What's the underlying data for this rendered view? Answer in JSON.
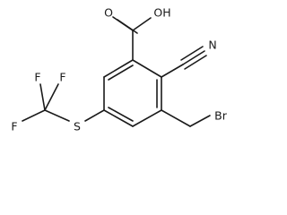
{
  "molecule": {
    "atoms": {
      "hydroxyl": "OH",
      "carbonyl_oxygen": "O",
      "nitrile_nitrogen": "N",
      "bromine": "Br",
      "sulfur": "S",
      "fluorine_top_left": "F",
      "fluorine_top_right": "F",
      "fluorine_bottom": "F"
    }
  }
}
